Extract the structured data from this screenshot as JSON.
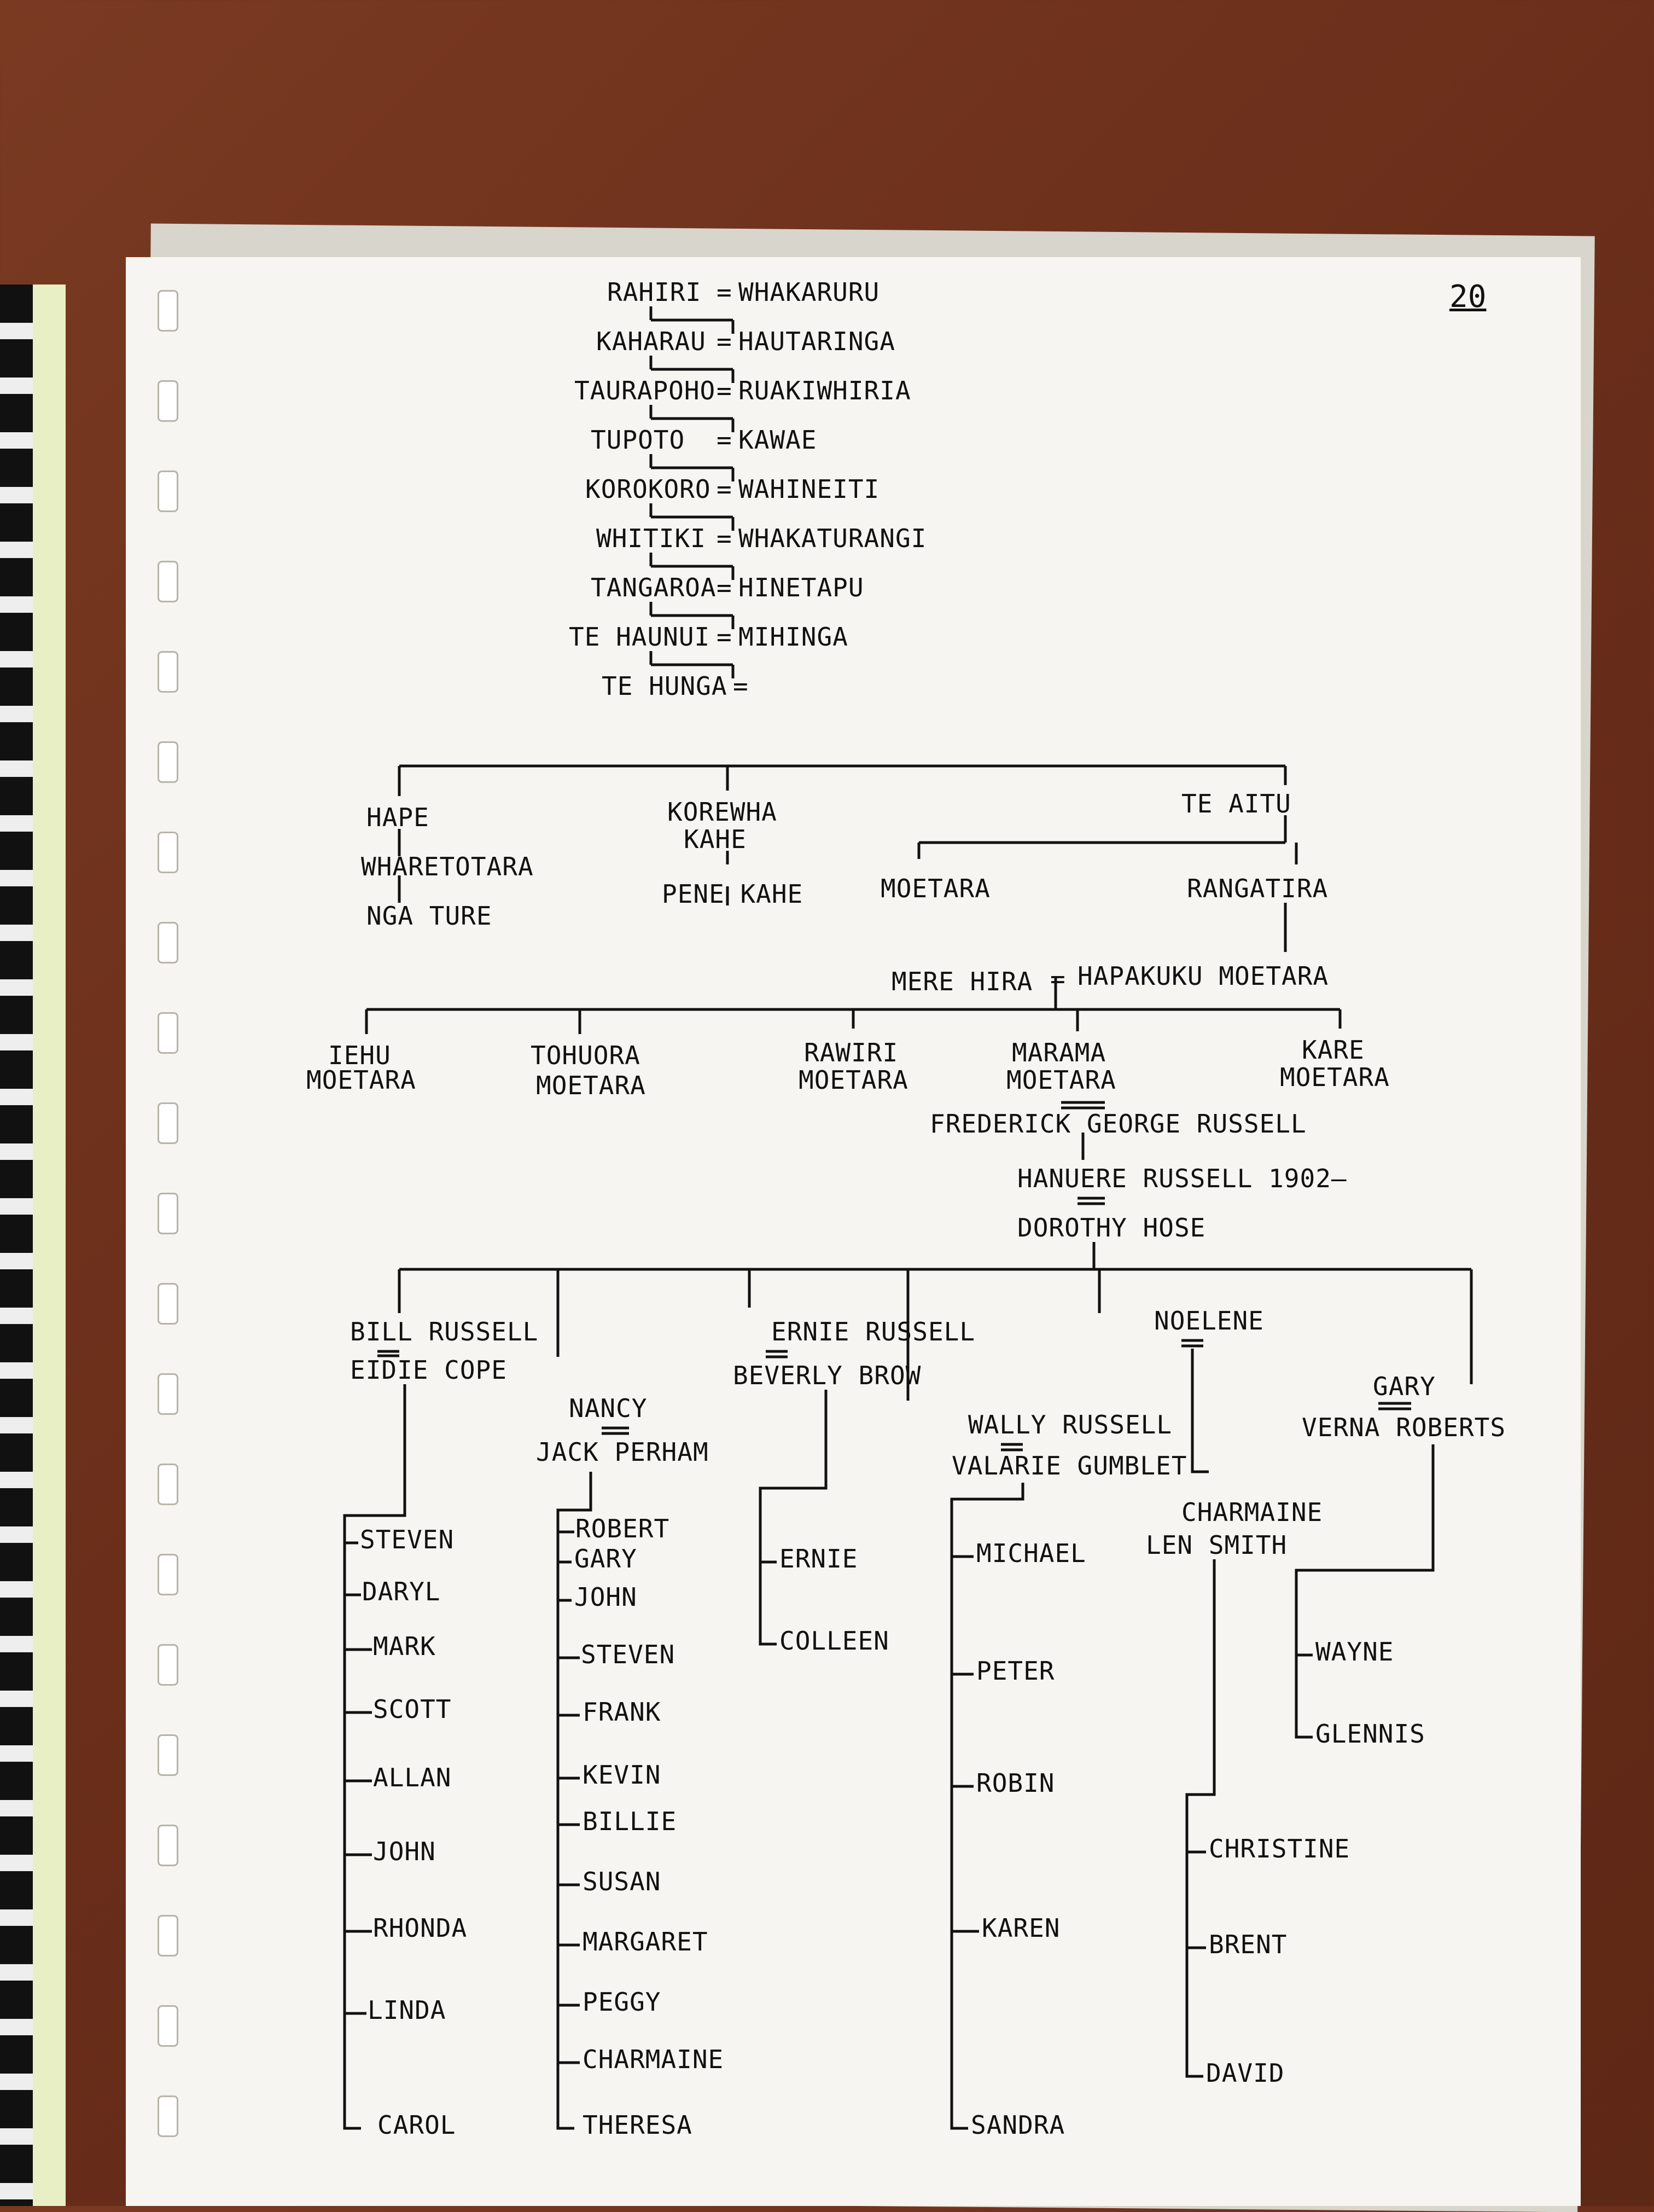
{
  "page_number": "20",
  "ancestors": [
    {
      "left": "RAHIRI",
      "right": "WHAKARURU"
    },
    {
      "left": "KAHARAU",
      "right": "HAUTARINGA"
    },
    {
      "left": "TAURAPOHO",
      "right": "RUAKIWHIRIA"
    },
    {
      "left": "TUPOTO",
      "right": "KAWAE"
    },
    {
      "left": "KOROKORO",
      "right": "WAHINEITI"
    },
    {
      "left": "WHITIKI",
      "right": "WHAKATURANGI"
    },
    {
      "left": "TANGAROA",
      "right": "HINETAPU"
    },
    {
      "left": "TE HAUNUI",
      "right": "MIHINGA"
    },
    {
      "left": "TE HUNGA",
      "right": ""
    }
  ],
  "branch1": {
    "hape": "HAPE",
    "wharetotara": "WHARETOTARA",
    "nga_ture": "NGA TURE",
    "korewha": "KOREWHA",
    "kahe": "KAHE",
    "pene_kahe": "PENE KAHE",
    "te_aitu": "TE AITU",
    "moetara": "MOETARA",
    "rangatira": "RANGATIRA"
  },
  "couple2": {
    "left": "MERE HIRA",
    "right": "HAPAKUKU MOETARA"
  },
  "generation3": [
    {
      "line1": "IEHU",
      "line2": "MOETARA"
    },
    {
      "line1": "TOHUORA",
      "line2": "MOETARA"
    },
    {
      "line1": "RAWIRI",
      "line2": "MOETARA"
    },
    {
      "line1": "MARAMA",
      "line2": "MOETARA"
    },
    {
      "line1": "KARE",
      "line2": "MOETARA"
    }
  ],
  "spouse_marama": "FREDERICK GEORGE RUSSELL",
  "hanuere": "HANUERE RUSSELL 1902—",
  "dorothy": "DOROTHY HOSE",
  "families": {
    "bill": {
      "name": "BILL RUSSELL",
      "spouse": "EIDIE COPE",
      "children": [
        "STEVEN",
        "DARYL",
        "MARK",
        "SCOTT",
        "ALLAN",
        "JOHN",
        "RHONDA",
        "LINDA",
        "CAROL"
      ]
    },
    "nancy": {
      "name": "NANCY",
      "spouse": "JACK PERHAM",
      "children": [
        "ROBERT",
        "GARY",
        "JOHN",
        "STEVEN",
        "FRANK",
        "KEVIN",
        "BILLIE",
        "SUSAN",
        "MARGARET",
        "PEGGY",
        "CHARMAINE",
        "THERESA"
      ]
    },
    "ernie": {
      "name": "ERNIE RUSSELL",
      "spouse": "BEVERLY BROW",
      "children": [
        "ERNIE",
        "COLLEEN"
      ]
    },
    "wally": {
      "name": "WALLY RUSSELL",
      "spouse": "VALARIE GUMBLET",
      "children": [
        "MICHAEL",
        "PETER",
        "ROBIN",
        "KAREN",
        "SANDRA"
      ]
    },
    "noelene": {
      "name": "NOELENE",
      "child": "CHARMAINE",
      "child_spouse": "LEN SMITH",
      "children": [
        "CHRISTINE",
        "BRENT",
        "DAVID"
      ]
    },
    "gary": {
      "name": "GARY",
      "spouse": "VERNA ROBERTS",
      "children": [
        "WAYNE",
        "GLENNIS"
      ]
    }
  }
}
